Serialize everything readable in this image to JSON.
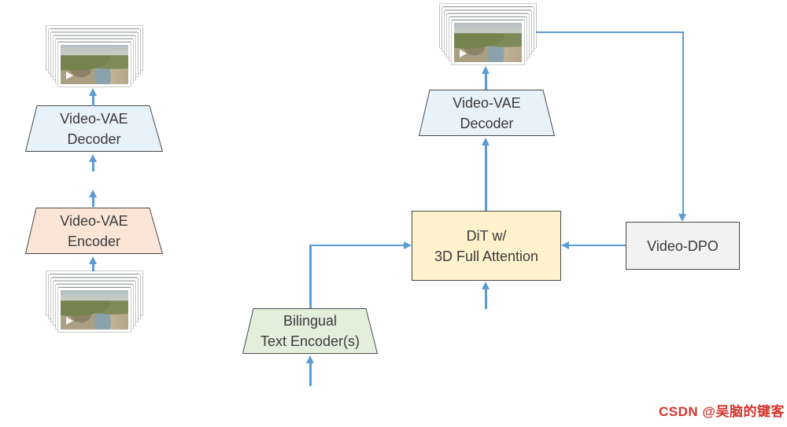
{
  "diagram": {
    "type": "flowchart",
    "background": "#FFFFFF",
    "nodes": {
      "left_decoder": {
        "line1": "Video-VAE",
        "line2": "Decoder",
        "shape": "trapezoid"
      },
      "left_encoder": {
        "line1": "Video-VAE",
        "line2": "Encoder",
        "shape": "trapezoid"
      },
      "right_decoder": {
        "line1": "Video-VAE",
        "line2": "Decoder",
        "shape": "trapezoid"
      },
      "dit": {
        "line1": "DiT w/",
        "line2": "3D Full Attention",
        "shape": "rectangle"
      },
      "video_dpo": {
        "label": "Video-DPO",
        "shape": "rectangle"
      },
      "text_encoder": {
        "line1": "Bilingual",
        "line2": "Text Encoder(s)",
        "shape": "trapezoid"
      }
    },
    "icons": {
      "video_stack_top_left": "video-frames-stack",
      "video_stack_bottom_left": "video-frames-stack",
      "video_stack_top_right": "video-frames-stack",
      "play_icon": "play-icon"
    },
    "colors": {
      "decoder_fill": "#E8F2FB",
      "encoder_fill": "#FBE5D6",
      "dit_fill": "#FFF2CC",
      "text_encoder_fill": "#E2EFDA",
      "dpo_fill": "#F2F2F2",
      "arrow": "#5B9BD5",
      "outline": "#4A4A4A",
      "label_text": "#3A3A3A"
    },
    "edges": [
      {
        "from": "left-video-frames-input",
        "to": "left-encoder"
      },
      {
        "from": "left-encoder",
        "to": "left-decoder"
      },
      {
        "from": "left-decoder",
        "to": "left-video-frames-output"
      },
      {
        "from": "text-prompt",
        "to": "text-encoder"
      },
      {
        "from": "text-encoder",
        "to": "dit"
      },
      {
        "from": "noise-input",
        "to": "dit"
      },
      {
        "from": "video-dpo",
        "to": "dit"
      },
      {
        "from": "dit",
        "to": "right-decoder"
      },
      {
        "from": "right-decoder",
        "to": "right-video-frames-output"
      },
      {
        "from": "right-video-frames-output",
        "to": "video-dpo"
      }
    ]
  },
  "watermark": {
    "text": "CSDN @吴脑的键客",
    "color": "#D5342C"
  }
}
